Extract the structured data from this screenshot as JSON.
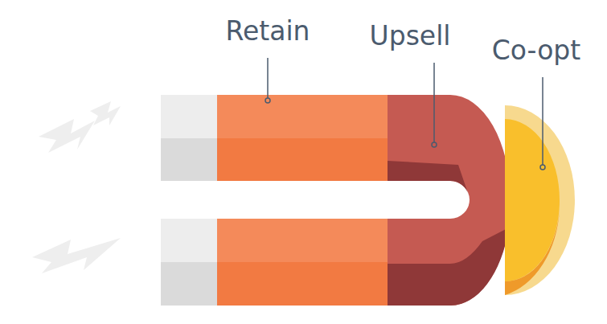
{
  "diagram": {
    "labels": [
      "Retain",
      "Upsell",
      "Co-opt"
    ]
  }
}
